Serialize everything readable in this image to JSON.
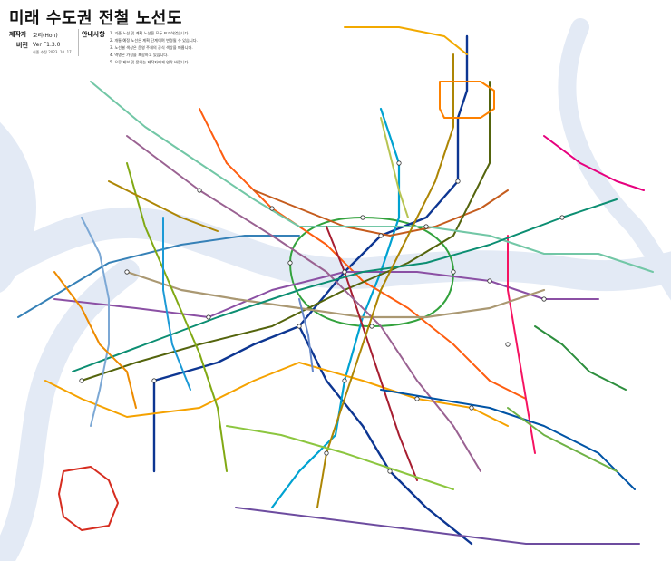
{
  "header": {
    "title": "미래 수도권 전철 노선도",
    "author_label": "제작자",
    "author_value": "호리(Hon)",
    "version_label": "버전",
    "version_value": "Ver F1.3.0",
    "version_date": "최종 수정 2023. 10. 17",
    "notice_title": "안내사항",
    "notices": [
      "1. 기존 노선 및 계획 노선을 모두 표기하였습니다.",
      "2. 개통 예정 노선은 계획 단계이며 변경될 수 있습니다.",
      "3. 노선별 색상은 운영 주체의 공식 색상을 따릅니다.",
      "4. 역명은 가칭을 포함하고 있습니다.",
      "5. 오류 제보 및 문의는 제작자에게 연락 바랍니다."
    ]
  },
  "map": {
    "background_color": "#ffffff",
    "river_color": "#dfe7f3",
    "lines": [
      {
        "id": "line-1",
        "color": "#0d3692"
      },
      {
        "id": "line-2",
        "color": "#33a23d"
      },
      {
        "id": "line-3",
        "color": "#fe5d10"
      },
      {
        "id": "line-4",
        "color": "#00a2d1"
      },
      {
        "id": "line-5",
        "color": "#8b50a4"
      },
      {
        "id": "line-6",
        "color": "#c55c1d"
      },
      {
        "id": "line-7",
        "color": "#54640d"
      },
      {
        "id": "line-8",
        "color": "#f51361"
      },
      {
        "id": "line-9",
        "color": "#aa9872"
      },
      {
        "id": "airport",
        "color": "#3681b7"
      },
      {
        "id": "gyeongui",
        "color": "#72c7a6"
      },
      {
        "id": "suin-bundang",
        "color": "#f5a200"
      },
      {
        "id": "shinbundang",
        "color": "#a71e31"
      },
      {
        "id": "gtx-a",
        "color": "#9a6292"
      },
      {
        "id": "gtx-b",
        "color": "#0c8e72"
      },
      {
        "id": "gtx-c",
        "color": "#ad8605"
      },
      {
        "id": "incheon-1",
        "color": "#7ca8d5"
      },
      {
        "id": "incheon-2",
        "color": "#ed8b00"
      },
      {
        "id": "gyeonggang",
        "color": "#0054a6"
      },
      {
        "id": "seohae",
        "color": "#81a914"
      },
      {
        "id": "uijeongbu",
        "color": "#fd8100"
      },
      {
        "id": "everline",
        "color": "#6fb245"
      },
      {
        "id": "ui-sinseol",
        "color": "#b7c452"
      },
      {
        "id": "sillim",
        "color": "#6789ca"
      },
      {
        "id": "gimpo-gold",
        "color": "#ad8605"
      }
    ]
  }
}
